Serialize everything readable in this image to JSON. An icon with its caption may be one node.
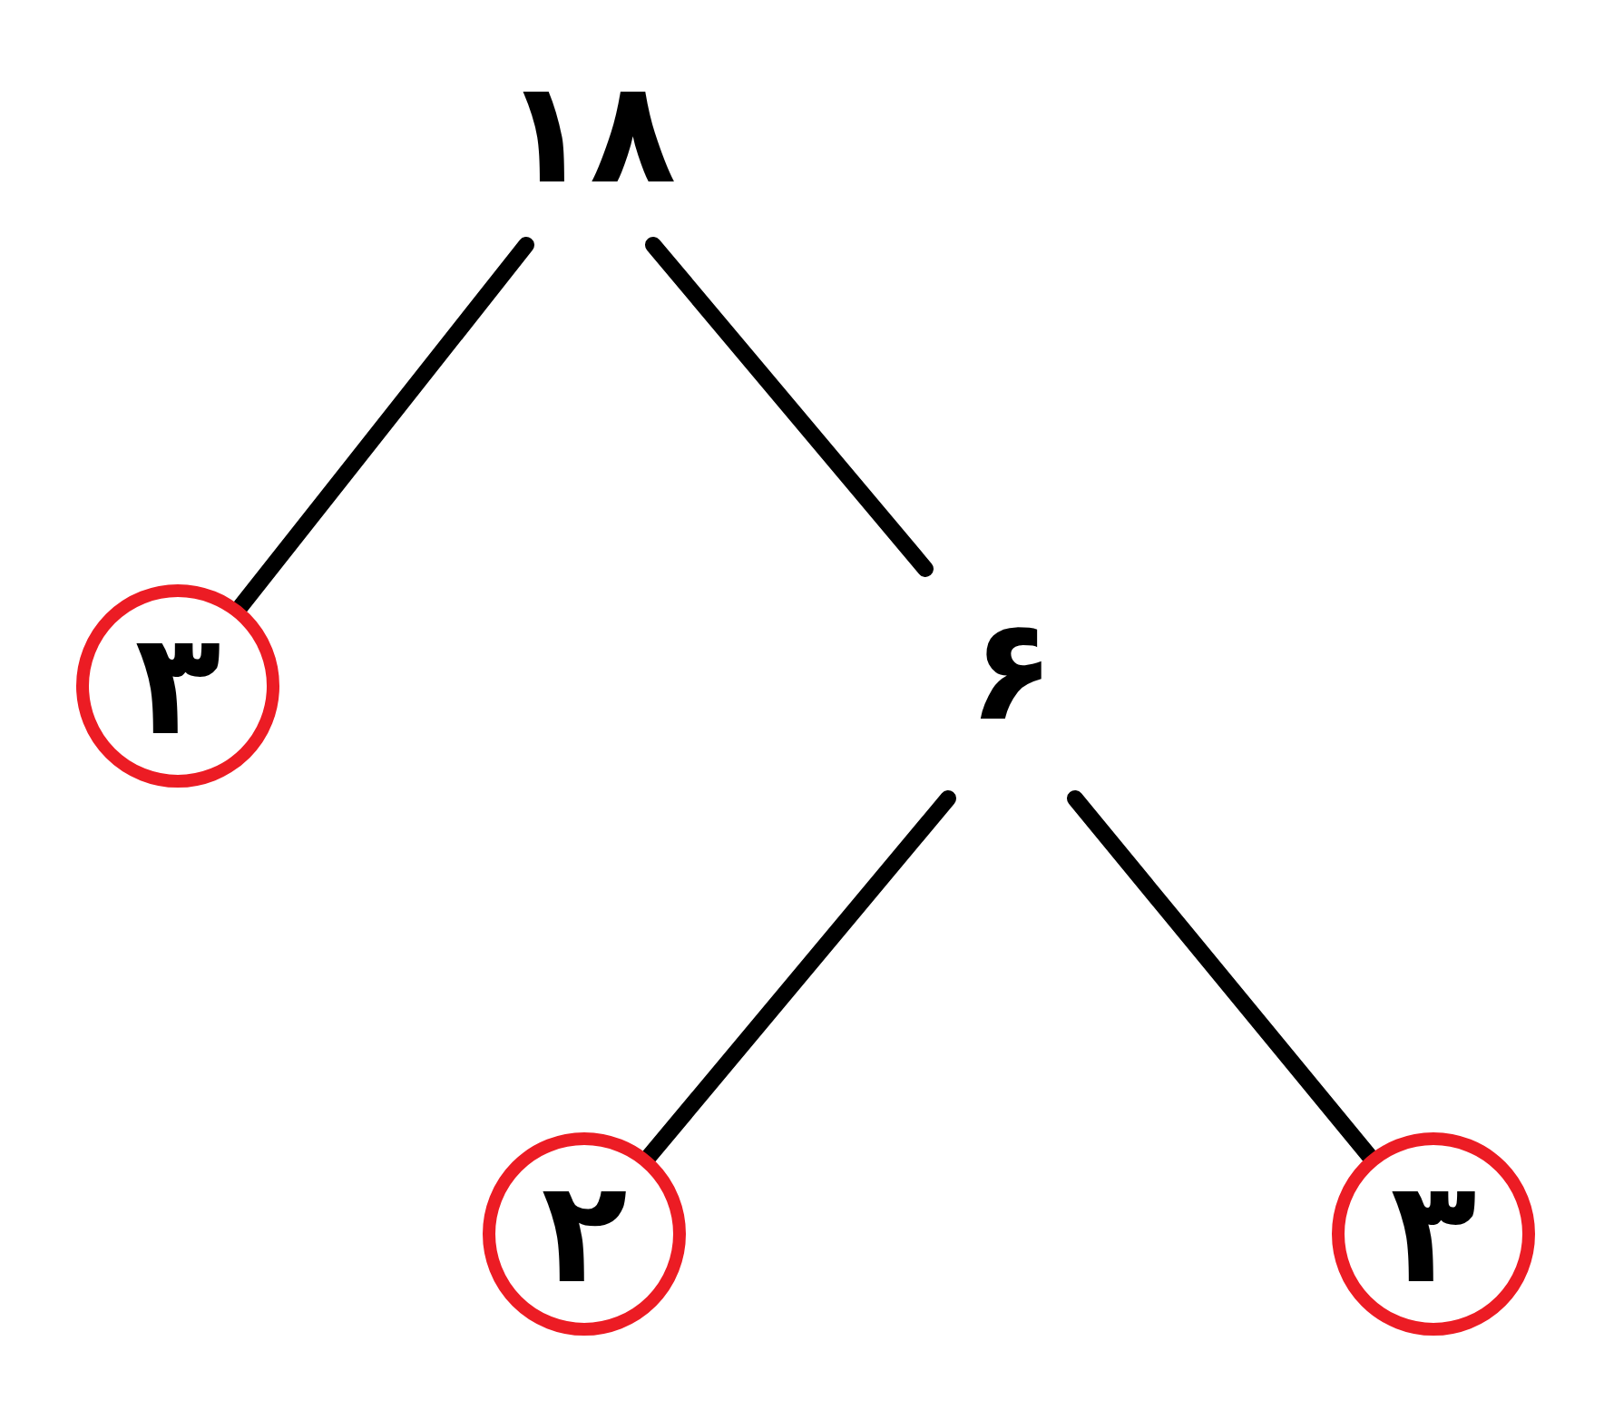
{
  "diagram": {
    "nodes": [
      {
        "text": [
          "۱۸"
        ]
      },
      {
        "text": [
          "۳"
        ]
      },
      {
        "text": [
          "۶"
        ]
      },
      {
        "text": [
          "۲"
        ]
      },
      {
        "text": [
          "۳"
        ]
      }
    ],
    "edges": [
      {
        "from": 0,
        "to": 1,
        "arrow": "none"
      },
      {
        "from": 0,
        "to": 2,
        "arrow": "none"
      },
      {
        "from": 2,
        "to": 3,
        "arrow": "none"
      },
      {
        "from": 2,
        "to": 4,
        "arrow": "none"
      }
    ]
  }
}
